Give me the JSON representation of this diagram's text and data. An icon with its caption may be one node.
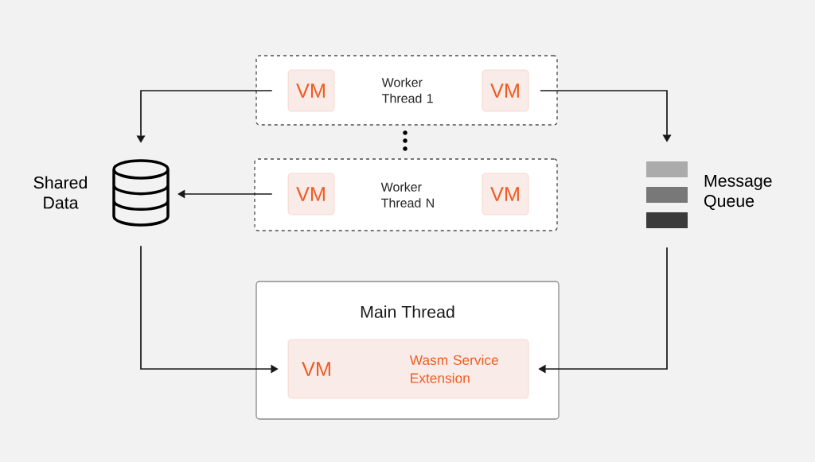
{
  "diagram": {
    "nodes": [
      {
        "text": [
          "Worker Thread 1"
        ]
      },
      {
        "text": [
          "VM"
        ],
        "in": 0
      },
      {
        "text": [
          "VM"
        ],
        "in": 0
      },
      {
        "text": [
          "Worker Thread N"
        ]
      },
      {
        "text": [
          "VM"
        ],
        "in": 3
      },
      {
        "text": [
          "VM"
        ],
        "in": 3
      },
      {
        "text": [
          "Shared Data"
        ]
      },
      {
        "text": [
          "Message Queue"
        ]
      },
      {
        "text": [
          "Main Thread"
        ]
      },
      {
        "text": [
          "VM",
          "Wasm Service Extension"
        ],
        "in": 8
      }
    ],
    "edges": [
      {
        "from": 1,
        "to": 6,
        "arrow": "to"
      },
      {
        "from": 4,
        "to": 6,
        "arrow": "to"
      },
      {
        "from": 2,
        "to": 7,
        "arrow": "to"
      },
      {
        "from": 6,
        "to": 9,
        "arrow": "to"
      },
      {
        "from": 7,
        "to": 9,
        "arrow": "to"
      }
    ]
  }
}
